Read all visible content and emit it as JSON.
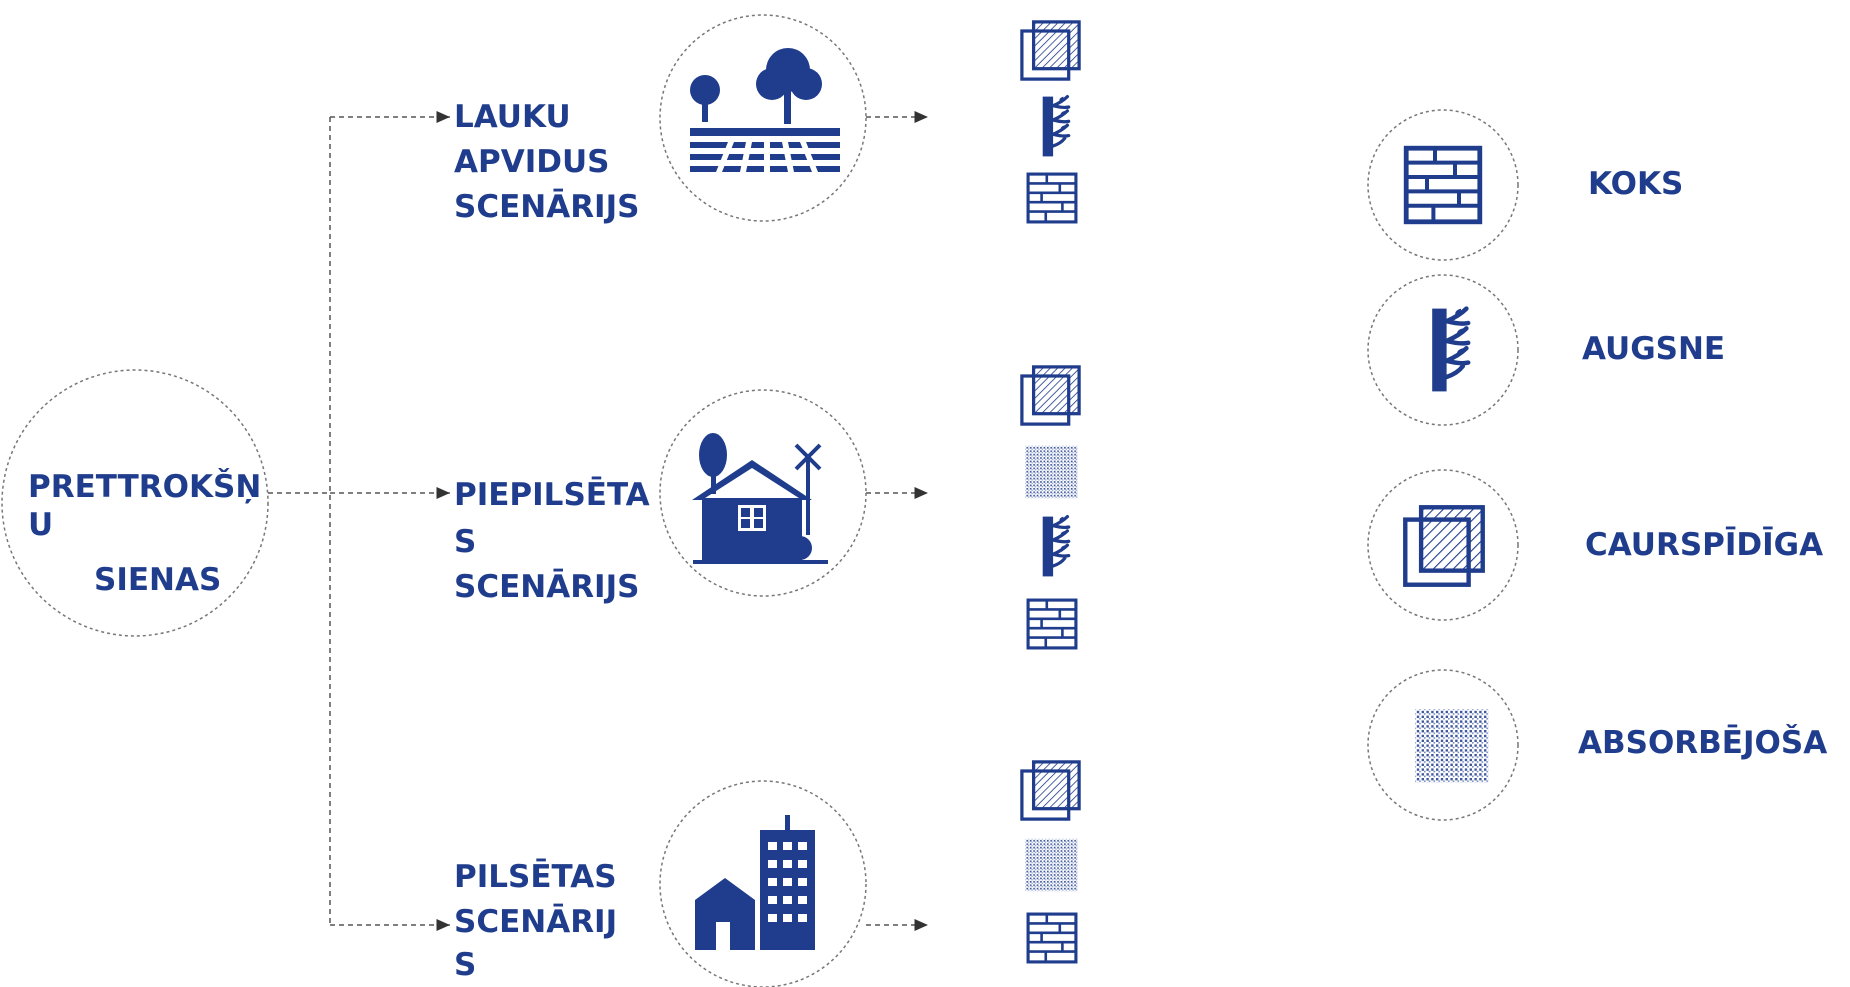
{
  "root": {
    "line1": "PRETTROKŠŅ",
    "line2": "U",
    "line3": "SIENAS"
  },
  "scenarios": [
    {
      "lines": [
        "LAUKU",
        "APVIDUS",
        "SCENĀRIJS"
      ],
      "icon": "farm-field-icon"
    },
    {
      "lines": [
        "PIEPILSĒTA",
        "S",
        "SCENĀRIJS"
      ],
      "icon": "suburban-house-icon"
    },
    {
      "lines": [
        "PILSĒTAS",
        "SCENĀRIJ",
        "S"
      ],
      "icon": "city-buildings-icon"
    }
  ],
  "legend": [
    {
      "label": "KOKS",
      "icon": "wood-brick-icon"
    },
    {
      "label": "AUGSNE",
      "icon": "soil-plant-icon"
    },
    {
      "label": "CAURSPĪDĪGA",
      "icon": "transparent-panel-icon"
    },
    {
      "label": "ABSORBĒJOŠA",
      "icon": "absorbing-dots-icon"
    }
  ],
  "colors": {
    "primary": "#1f3d8c",
    "dashed_line": "#555555"
  }
}
